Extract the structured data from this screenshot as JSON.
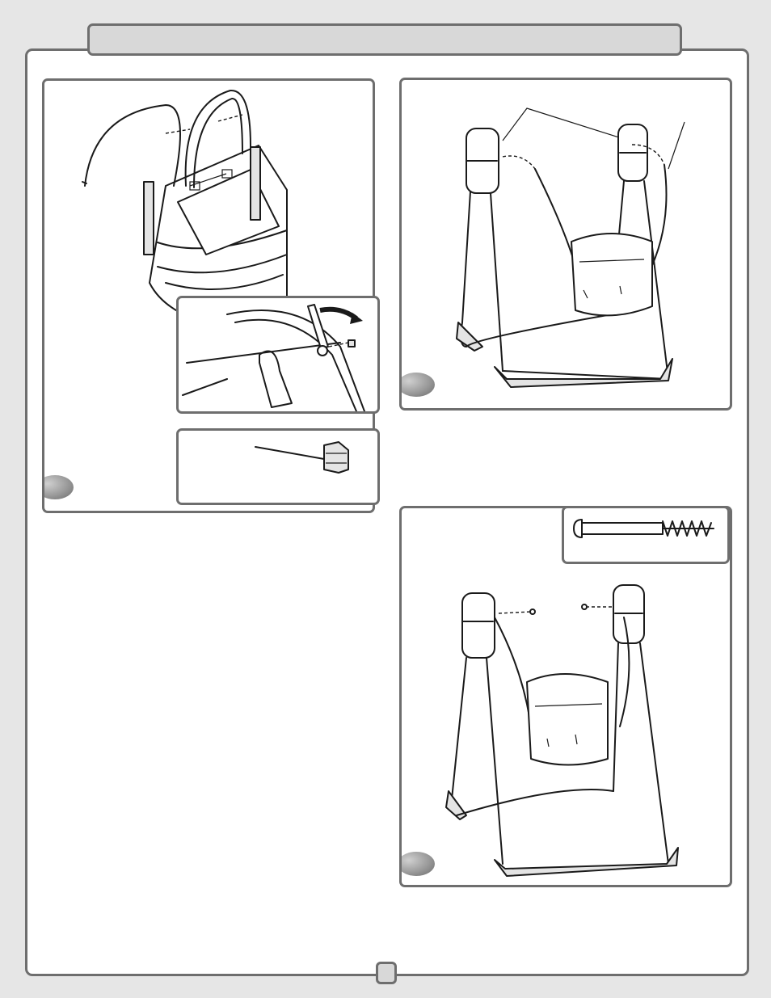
{
  "header": {
    "title": ""
  },
  "steps": [
    {
      "id": "step-a",
      "number": ""
    },
    {
      "id": "step-b",
      "number": ""
    },
    {
      "id": "step-c",
      "number": ""
    }
  ],
  "page": {
    "number": ""
  },
  "colors": {
    "frame": "#6e6e6e",
    "header_fill": "#d8d8d8",
    "badge": "#9a9a9a",
    "background": "#e6e6e6"
  },
  "illustrations": [
    {
      "name": "seat-with-arms-illustration"
    },
    {
      "name": "arm-latch-detail-illustration"
    },
    {
      "name": "nut-part-illustration"
    },
    {
      "name": "arms-to-hubs-illustration"
    },
    {
      "name": "screw-part-illustration"
    },
    {
      "name": "screws-into-hubs-illustration"
    }
  ]
}
